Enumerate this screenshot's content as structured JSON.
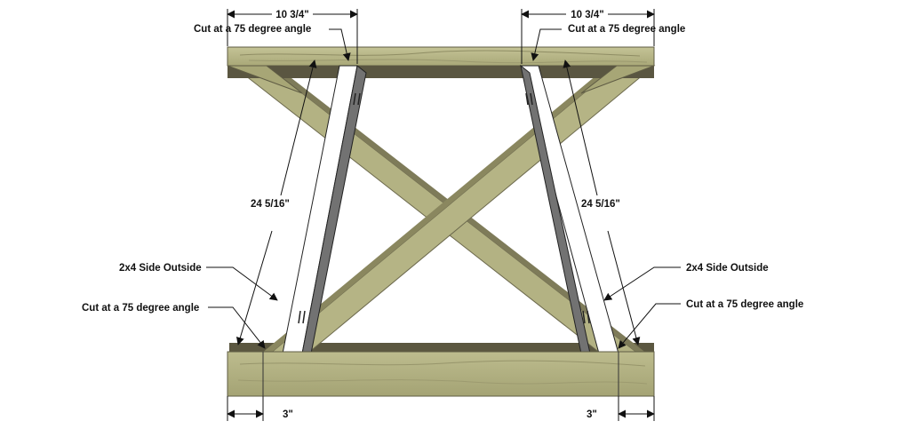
{
  "dimensions": {
    "top_left_width": "10 3/4\"",
    "top_right_width": "10 3/4\"",
    "left_leg_length": "24 5/16\"",
    "right_leg_length": "24 5/16\"",
    "bottom_left_offset": "3\"",
    "bottom_right_offset": "3\""
  },
  "labels": {
    "top_left_cut": "Cut at a 75 degree angle",
    "top_right_cut": "Cut at a 75 degree angle",
    "left_side": "2x4 Side Outside",
    "right_side": "2x4 Side Outside",
    "bottom_left_cut": "Cut at a 75 degree angle",
    "bottom_right_cut": "Cut at a 75 degree angle"
  },
  "colors": {
    "wood_light": "#b9b889",
    "wood_mid": "#a6a575",
    "wood_dark": "#55513b",
    "leg_face": "#ffffff",
    "leg_side": "#6d6d6d",
    "line": "#111111"
  }
}
